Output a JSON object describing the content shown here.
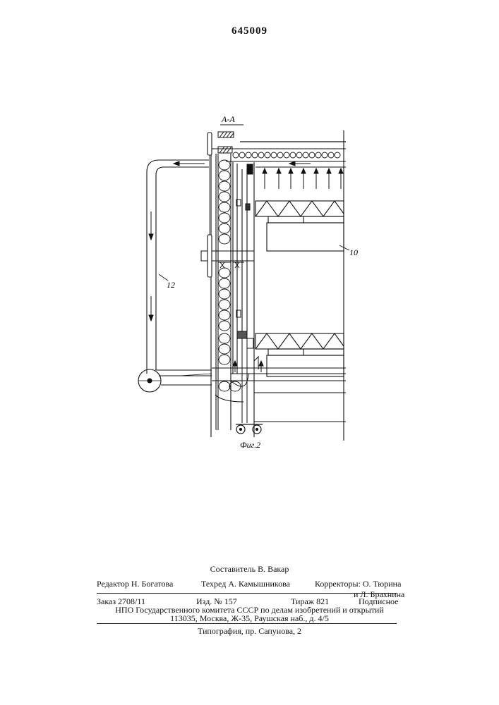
{
  "patent_number": "645009",
  "drawing": {
    "section_label": "А-А",
    "ref_10": "10",
    "ref_12": "12",
    "figure_caption": "Фиг.2"
  },
  "credits": {
    "composer": "Составитель В. Вакар",
    "editor": "Редактор Н. Богатова",
    "techred": "Техред А. Камышникова",
    "correctors_line1": "Корректоры: О. Тюрина",
    "correctors_line2": "и Л. Брахнина"
  },
  "imprint": {
    "order": "Заказ 2708/11",
    "izd": "Изд. № 157",
    "tirazh": "Тираж 821",
    "podpisnoe": "Подписное",
    "npo": "НПО Государственного комитета СССР по делам изобретений и открытий",
    "address": "113035, Москва, Ж-35, Раушская наб., д. 4/5",
    "typography": "Типография, пр. Сапунова, 2"
  }
}
